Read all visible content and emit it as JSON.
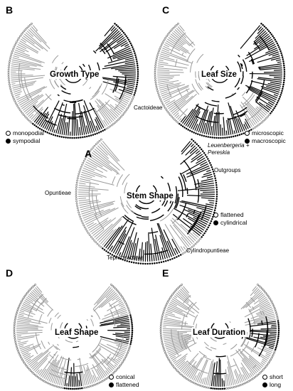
{
  "panels": [
    {
      "id": "B",
      "letter": "B",
      "title": "Growth Type",
      "legend": [
        {
          "state": "open",
          "label": "monopodial"
        },
        {
          "state": "filled",
          "label": "sympodial"
        }
      ]
    },
    {
      "id": "C",
      "letter": "C",
      "title": "Leaf Size",
      "legend": [
        {
          "state": "open",
          "label": "microscopic"
        },
        {
          "state": "filled",
          "label": "macroscopic"
        }
      ]
    },
    {
      "id": "A",
      "letter": "A",
      "title": "Stem Shape",
      "legend": [
        {
          "state": "open",
          "label": "flattened"
        },
        {
          "state": "filled",
          "label": "cylindrical"
        }
      ]
    },
    {
      "id": "D",
      "letter": "D",
      "title": "Leaf Shape",
      "legend": [
        {
          "state": "open",
          "label": "conical"
        },
        {
          "state": "filled",
          "label": "flattened"
        }
      ]
    },
    {
      "id": "E",
      "letter": "E",
      "title": "Leaf Duration",
      "legend": [
        {
          "state": "open",
          "label": "short"
        },
        {
          "state": "filled",
          "label": "long"
        }
      ]
    }
  ],
  "clades": {
    "cactoideae": "Cactoideae",
    "leuenbergeria_1": "Leuenbergeria +",
    "leuenbergeria_2": "Pereskia",
    "outgroups": "Outgroups",
    "opuntieae": "Opuntieae",
    "cylindropuntieae": "Cylindropuntieae",
    "tephrocacteae": "Tephrocacteae"
  },
  "colors": {
    "ancestral_open": "#9a9a9a",
    "derived_filled": "#000000",
    "tip_open": "#ffffff"
  }
}
